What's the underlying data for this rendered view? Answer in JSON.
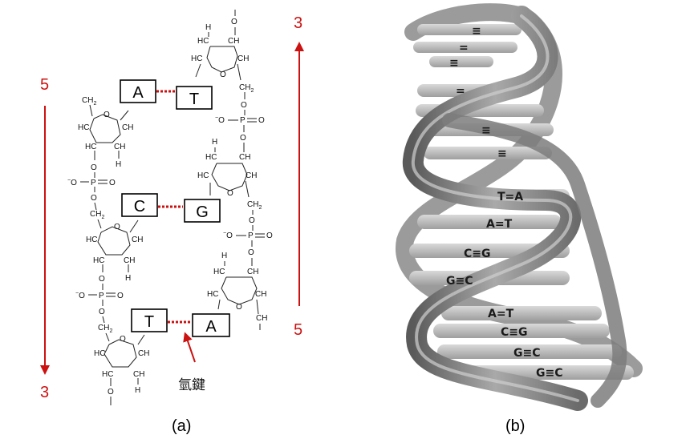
{
  "panel_a": {
    "caption": "(a)",
    "left_strand": {
      "top": "5",
      "bottom": "3"
    },
    "right_strand": {
      "top": "3",
      "bottom": "5"
    },
    "base_pairs": [
      {
        "left": "A",
        "right": "T"
      },
      {
        "left": "C",
        "right": "G"
      },
      {
        "left": "T",
        "right": "A"
      }
    ],
    "hydrogen_bond_label": "氫鍵",
    "chem": {
      "ch2": "CH",
      "sub2": "2",
      "hc": "HC",
      "ch": "CH",
      "h": "H",
      "o": "O",
      "o_minus": "O",
      "p": "P",
      "minus": "−"
    }
  },
  "panel_b": {
    "caption": "(b)",
    "base_pair_labels": [
      "T=A",
      "A=T",
      "C≡G",
      "G≡C",
      "A=T",
      "C≡G",
      "G≡C",
      "G≡C"
    ],
    "hbond_marks": [
      "≡",
      "=",
      "≡",
      "=",
      "≡",
      "≡"
    ]
  },
  "colors": {
    "strand_arrow": "#cc1111",
    "hbond": "#cc1111",
    "helix_backbone": "#8a8a8a",
    "rung": "#bdbdbd"
  }
}
